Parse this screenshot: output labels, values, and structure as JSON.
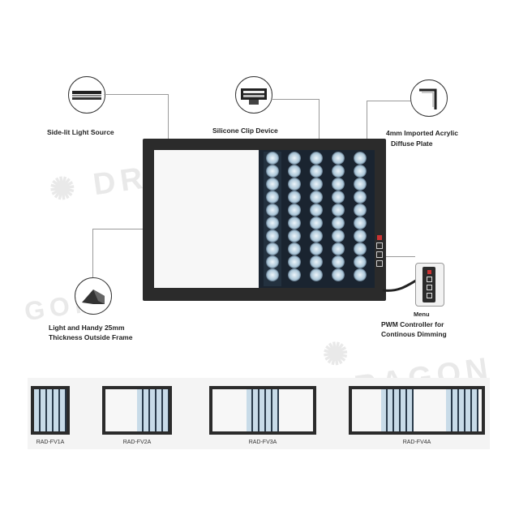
{
  "callouts": {
    "side_lit": "Side-lit Light Source",
    "silicone_clip": "Silicone Clip Device",
    "acrylic_line1": "4mm Imported Acrylic",
    "acrylic_line2": "Diffuse Plate",
    "thickness_line1": "Light and Handy 25mm",
    "thickness_line2": "Thickness Outside Frame",
    "menu": "Menu",
    "pwm_line1": "PWM Controller for",
    "pwm_line2": "Continous Dimming"
  },
  "models": [
    {
      "label": "RAD-FV1A"
    },
    {
      "label": "RAD-FV2A"
    },
    {
      "label": "RAD-FV3A"
    },
    {
      "label": "RAD-FV4A"
    }
  ],
  "colors": {
    "frame": "#2b2b2b",
    "screen": "#f7f7f7",
    "film": "#1a2430",
    "callout_line": "#9a9a9a"
  }
}
